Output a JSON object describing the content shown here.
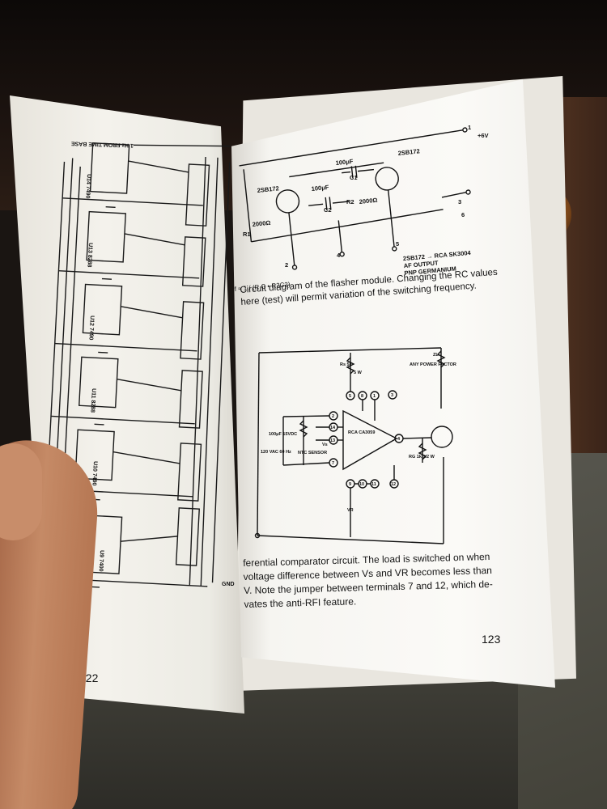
{
  "book": {
    "left_page": {
      "page_number": "122",
      "schematic_labels": {
        "time_base": "1 Hz FROM TIME BASE",
        "chips": [
          "U14 7490",
          "U13 8288",
          "U12 7490",
          "U11 8288",
          "U10 7490",
          "U9 7400"
        ],
        "gnd": "GND"
      }
    },
    "right_page": {
      "page_number": "123",
      "flasher": {
        "supply": "+6V",
        "transistor_left": "2SB172",
        "transistor_right": "2SB172",
        "cap_c1": "100μF",
        "cap_c1_label": "C1",
        "cap_c2": "100μF",
        "cap_c2_label": "C2",
        "r1": "R1",
        "r1_value": "2000Ω",
        "r2": "R2",
        "r2_value": "2000Ω",
        "terminals": [
          "1",
          "2",
          "3",
          "4",
          "5",
          "6"
        ],
        "note_lines": [
          "2SB172 → RCA SK3004",
          "AF OUTPUT",
          "PNP GERMANIUM"
        ],
        "formula": "f ≈ 1 / (R C • R2C2)"
      },
      "flasher_caption": "Circuit diagram of the flasher module. Changing the RC values here (test) will permit variation of the switching frequency.",
      "comparator": {
        "chip": "RCA CA3059",
        "load_label": "ANY POWER FACTOR",
        "load_symbol": "ZL",
        "rs": "Rs 5k",
        "rs_watt": "5 W",
        "ntc": "NTC SENSOR",
        "supply": "120 VAC 60 Hz",
        "cap": "100μF 15VDC",
        "rg": "RG 1k 1/2 W",
        "pins_top": [
          "5",
          "8",
          "1",
          "3"
        ],
        "pins_left": [
          "2",
          "14",
          "13",
          "7"
        ],
        "pins_right": [
          "4"
        ],
        "pins_bottom": [
          "9",
          "10",
          "11",
          "12"
        ],
        "vs": "Vs",
        "vr": "VR"
      },
      "comparator_caption_lines": [
        "ferential comparator circuit. The load is switched on when",
        "voltage difference between Vs and VR becomes less than",
        "V. Note the jumper between terminals 7 and 12, which de-",
        "vates the anti-RFI feature."
      ]
    }
  }
}
